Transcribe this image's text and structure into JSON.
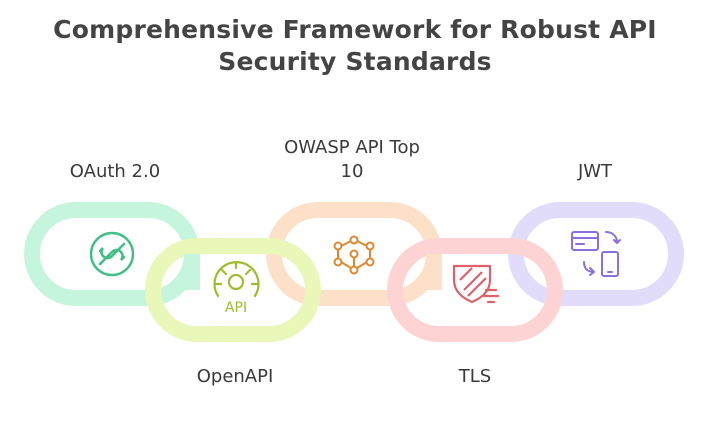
{
  "title": {
    "line1": "Comprehensive Framework for Robust API",
    "line2": "Security Standards"
  },
  "links": [
    {
      "label": "OAuth 2.0",
      "icon": "oauth-icon",
      "color": "#c6f5dd",
      "icon_color": "#3fbf83"
    },
    {
      "label": "OpenAPI",
      "icon": "api-gear-icon",
      "color": "#e9f7b8",
      "icon_color": "#9dbd2c"
    },
    {
      "label_line1": "OWASP API Top",
      "label_line2": "10",
      "icon": "network-nodes-icon",
      "color": "#fde0c8",
      "icon_color": "#e0882f"
    },
    {
      "label": "TLS",
      "icon": "shield-icon",
      "color": "#fdd3d3",
      "icon_color": "#e0606a"
    },
    {
      "label": "JWT",
      "icon": "token-exchange-icon",
      "color": "#e2dcfb",
      "icon_color": "#8b6fe0"
    }
  ]
}
